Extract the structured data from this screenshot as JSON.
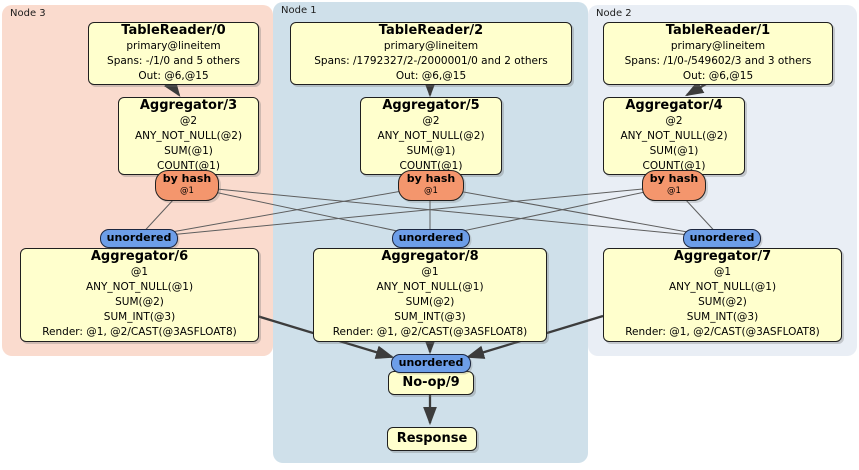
{
  "colors": {
    "region_node3": "#fadbce",
    "region_node1": "#cfe0ea",
    "region_node2": "#e9eef5",
    "box_fill": "#ffffcd",
    "router_fill": "#f4966d",
    "sync_fill": "#6d9ee8",
    "edge_thin": "#5e5e5e",
    "edge_thick": "#3c3c3c"
  },
  "regions": [
    {
      "id": "node3",
      "label": "Node 3"
    },
    {
      "id": "node1",
      "label": "Node 1"
    },
    {
      "id": "node2",
      "label": "Node 2"
    }
  ],
  "processors": {
    "tr0": {
      "title": "TableReader/0",
      "lines": [
        "primary@lineitem",
        "Spans: -/1/0 and 5 others",
        "Out: @6,@15"
      ]
    },
    "tr2": {
      "title": "TableReader/2",
      "lines": [
        "primary@lineitem",
        "Spans: /1792327/2-/2000001/0 and 2 others",
        "Out: @6,@15"
      ]
    },
    "tr1": {
      "title": "TableReader/1",
      "lines": [
        "primary@lineitem",
        "Spans: /1/0-/549602/3 and 3 others",
        "Out: @6,@15"
      ]
    },
    "agg3": {
      "title": "Aggregator/3",
      "lines": [
        "@2",
        "ANY_NOT_NULL(@2)",
        "SUM(@1)",
        "COUNT(@1)"
      ]
    },
    "agg5": {
      "title": "Aggregator/5",
      "lines": [
        "@2",
        "ANY_NOT_NULL(@2)",
        "SUM(@1)",
        "COUNT(@1)"
      ]
    },
    "agg4": {
      "title": "Aggregator/4",
      "lines": [
        "@2",
        "ANY_NOT_NULL(@2)",
        "SUM(@1)",
        "COUNT(@1)"
      ]
    },
    "agg6": {
      "title": "Aggregator/6",
      "lines": [
        "@1",
        "ANY_NOT_NULL(@1)",
        "SUM(@2)",
        "SUM_INT(@3)",
        "Render: @1, @2/CAST(@3ASFLOAT8)"
      ]
    },
    "agg8": {
      "title": "Aggregator/8",
      "lines": [
        "@1",
        "ANY_NOT_NULL(@1)",
        "SUM(@2)",
        "SUM_INT(@3)",
        "Render: @1, @2/CAST(@3ASFLOAT8)"
      ]
    },
    "agg7": {
      "title": "Aggregator/7",
      "lines": [
        "@1",
        "ANY_NOT_NULL(@1)",
        "SUM(@2)",
        "SUM_INT(@3)",
        "Render: @1, @2/CAST(@3ASFLOAT8)"
      ]
    },
    "noop": {
      "title": "No-op/9"
    },
    "response": {
      "title": "Response"
    }
  },
  "router": {
    "label": "by hash",
    "sublabel": "@1"
  },
  "sync": {
    "label": "unordered"
  },
  "edges": [
    {
      "from": "tablereader-0",
      "to": "aggregator-3",
      "type": "flow"
    },
    {
      "from": "tablereader-2",
      "to": "aggregator-5",
      "type": "flow"
    },
    {
      "from": "tablereader-1",
      "to": "aggregator-4",
      "type": "flow"
    },
    {
      "from": "router-3",
      "to": "sync-6",
      "type": "stream"
    },
    {
      "from": "router-3",
      "to": "sync-8",
      "type": "stream"
    },
    {
      "from": "router-3",
      "to": "sync-7",
      "type": "stream"
    },
    {
      "from": "router-5",
      "to": "sync-6",
      "type": "stream"
    },
    {
      "from": "router-5",
      "to": "sync-8",
      "type": "stream"
    },
    {
      "from": "router-5",
      "to": "sync-7",
      "type": "stream"
    },
    {
      "from": "router-4",
      "to": "sync-6",
      "type": "stream"
    },
    {
      "from": "router-4",
      "to": "sync-8",
      "type": "stream"
    },
    {
      "from": "router-4",
      "to": "sync-7",
      "type": "stream"
    },
    {
      "from": "aggregator-6",
      "to": "sync-9",
      "type": "flow"
    },
    {
      "from": "aggregator-8",
      "to": "sync-9",
      "type": "flow"
    },
    {
      "from": "aggregator-7",
      "to": "sync-9",
      "type": "flow"
    },
    {
      "from": "no-op-9",
      "to": "response",
      "type": "flow"
    }
  ]
}
